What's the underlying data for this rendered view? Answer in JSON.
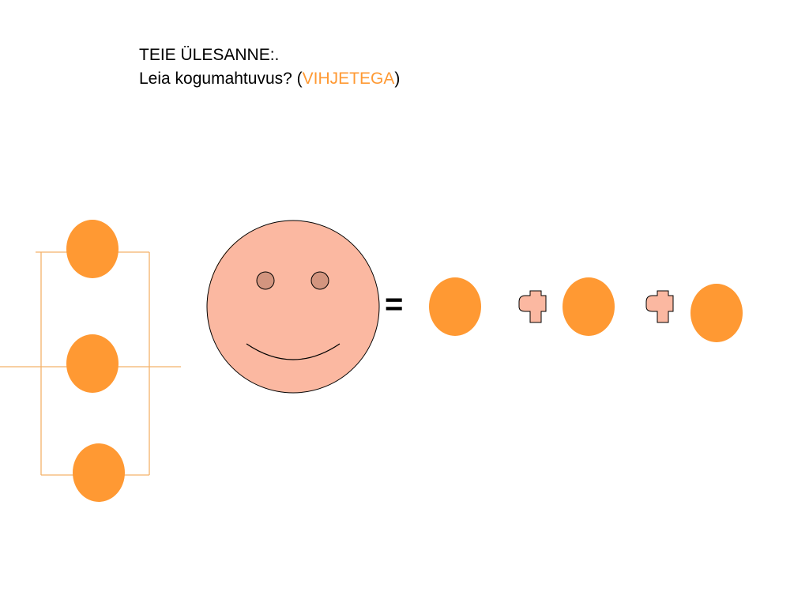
{
  "task": {
    "heading": "TEIE ÜLESANNE:.",
    "question": "Leia kogumahtuvus? (",
    "hint": "VIHJETEGA",
    "close": ")"
  },
  "equation": {
    "equals": "="
  },
  "colors": {
    "capacitor": "#ff9933",
    "wire": "#f4b26a",
    "face": "#fbb8a1",
    "eyes": "#d3957f",
    "plus": "#fbb8a1",
    "hint_text": "#ff9933"
  },
  "icons": {
    "face": "smiley-face-icon",
    "plus": "plus-icon"
  }
}
